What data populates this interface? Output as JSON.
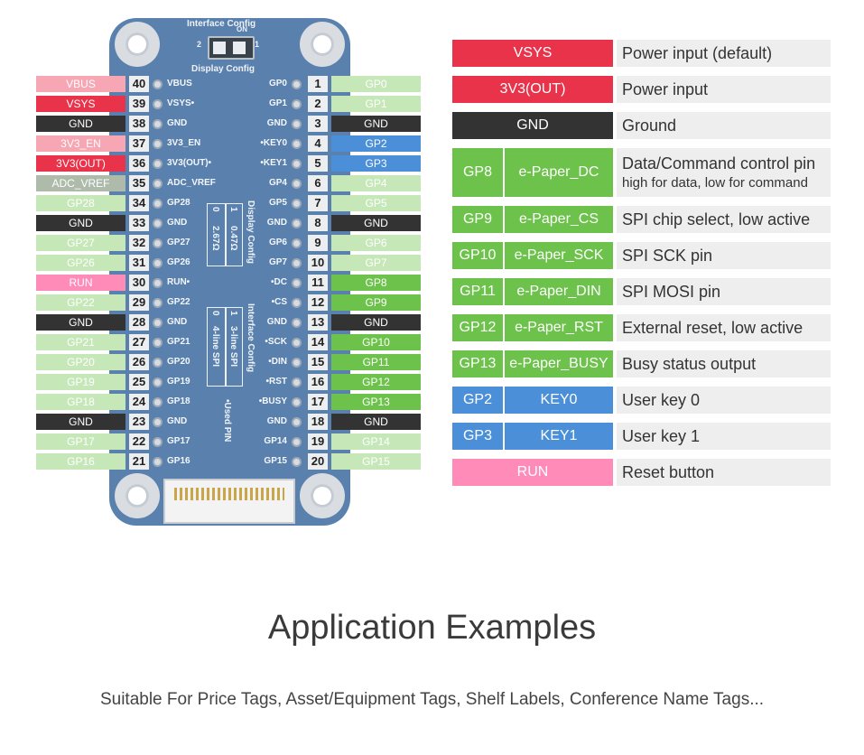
{
  "colors": {
    "red": "#e8334a",
    "red_faded": "#f7a7b3",
    "dark": "#333333",
    "green": "#6cc24a",
    "green_faded": "#c6e8b8",
    "blue": "#4a8fd8",
    "pink": "#ff8bb9",
    "gray_faded": "#aebbab",
    "board": "#5a81ad"
  },
  "board": {
    "interface_config_top": "Interface Config",
    "display_config_top": "Display Config",
    "switch_on": "ON",
    "switch_1": "1",
    "switch_2": "2",
    "display_config_side": "Display Config",
    "display_config_opt0": "0",
    "display_config_val0": "2.67Ω",
    "display_config_opt1": "1",
    "display_config_val1": "0.47Ω",
    "interface_config_side": "Interface Config",
    "interface_config_opt0": "0",
    "interface_config_val0": "4-line SPI",
    "interface_config_opt1": "1",
    "interface_config_val1": "3-line SPI",
    "used_pin": "•Used PIN"
  },
  "pins": [
    {
      "left_label": "VBUS",
      "left_color": "red_faded",
      "left_num": "40",
      "left_silk": "VBUS",
      "right_silk": "GP0",
      "right_num": "1",
      "right_label": "GP0",
      "right_color": "green_faded"
    },
    {
      "left_label": "VSYS",
      "left_color": "red",
      "left_num": "39",
      "left_silk": "VSYS•",
      "right_silk": "GP1",
      "right_num": "2",
      "right_label": "GP1",
      "right_color": "green_faded"
    },
    {
      "left_label": "GND",
      "left_color": "dark",
      "left_num": "38",
      "left_silk": "GND",
      "right_silk": "GND",
      "right_num": "3",
      "right_label": "GND",
      "right_color": "dark"
    },
    {
      "left_label": "3V3_EN",
      "left_color": "red_faded",
      "left_num": "37",
      "left_silk": "3V3_EN",
      "right_silk": "•KEY0",
      "right_num": "4",
      "right_label": "GP2",
      "right_color": "blue"
    },
    {
      "left_label": "3V3(OUT)",
      "left_color": "red",
      "left_num": "36",
      "left_silk": "3V3(OUT)•",
      "right_silk": "•KEY1",
      "right_num": "5",
      "right_label": "GP3",
      "right_color": "blue"
    },
    {
      "left_label": "ADC_VREF",
      "left_color": "gray_faded",
      "left_num": "35",
      "left_silk": "ADC_VREF",
      "right_silk": "GP4",
      "right_num": "6",
      "right_label": "GP4",
      "right_color": "green_faded"
    },
    {
      "left_label": "GP28",
      "left_color": "green_faded",
      "left_num": "34",
      "left_silk": "GP28",
      "right_silk": "GP5",
      "right_num": "7",
      "right_label": "GP5",
      "right_color": "green_faded"
    },
    {
      "left_label": "GND",
      "left_color": "dark",
      "left_num": "33",
      "left_silk": "GND",
      "right_silk": "GND",
      "right_num": "8",
      "right_label": "GND",
      "right_color": "dark"
    },
    {
      "left_label": "GP27",
      "left_color": "green_faded",
      "left_num": "32",
      "left_silk": "GP27",
      "right_silk": "GP6",
      "right_num": "9",
      "right_label": "GP6",
      "right_color": "green_faded"
    },
    {
      "left_label": "GP26",
      "left_color": "green_faded",
      "left_num": "31",
      "left_silk": "GP26",
      "right_silk": "GP7",
      "right_num": "10",
      "right_label": "GP7",
      "right_color": "green_faded"
    },
    {
      "left_label": "RUN",
      "left_color": "pink",
      "left_num": "30",
      "left_silk": "RUN•",
      "right_silk": "•DC",
      "right_num": "11",
      "right_label": "GP8",
      "right_color": "green"
    },
    {
      "left_label": "GP22",
      "left_color": "green_faded",
      "left_num": "29",
      "left_silk": "GP22",
      "right_silk": "•CS",
      "right_num": "12",
      "right_label": "GP9",
      "right_color": "green"
    },
    {
      "left_label": "GND",
      "left_color": "dark",
      "left_num": "28",
      "left_silk": "GND",
      "right_silk": "GND",
      "right_num": "13",
      "right_label": "GND",
      "right_color": "dark"
    },
    {
      "left_label": "GP21",
      "left_color": "green_faded",
      "left_num": "27",
      "left_silk": "GP21",
      "right_silk": "•SCK",
      "right_num": "14",
      "right_label": "GP10",
      "right_color": "green"
    },
    {
      "left_label": "GP20",
      "left_color": "green_faded",
      "left_num": "26",
      "left_silk": "GP20",
      "right_silk": "•DIN",
      "right_num": "15",
      "right_label": "GP11",
      "right_color": "green"
    },
    {
      "left_label": "GP19",
      "left_color": "green_faded",
      "left_num": "25",
      "left_silk": "GP19",
      "right_silk": "•RST",
      "right_num": "16",
      "right_label": "GP12",
      "right_color": "green"
    },
    {
      "left_label": "GP18",
      "left_color": "green_faded",
      "left_num": "24",
      "left_silk": "GP18",
      "right_silk": "•BUSY",
      "right_num": "17",
      "right_label": "GP13",
      "right_color": "green"
    },
    {
      "left_label": "GND",
      "left_color": "dark",
      "left_num": "23",
      "left_silk": "GND",
      "right_silk": "GND",
      "right_num": "18",
      "right_label": "GND",
      "right_color": "dark"
    },
    {
      "left_label": "GP17",
      "left_color": "green_faded",
      "left_num": "22",
      "left_silk": "GP17",
      "right_silk": "GP14",
      "right_num": "19",
      "right_label": "GP14",
      "right_color": "green_faded"
    },
    {
      "left_label": "GP16",
      "left_color": "green_faded",
      "left_num": "21",
      "left_silk": "GP16",
      "right_silk": "GP15",
      "right_num": "20",
      "right_label": "GP15",
      "right_color": "green_faded"
    }
  ],
  "legend": [
    {
      "pin": "VSYS",
      "signal": "",
      "desc": "Power input (default)",
      "sub": "",
      "color": "red"
    },
    {
      "pin": "3V3(OUT)",
      "signal": "",
      "desc": "Power input",
      "sub": "",
      "color": "red"
    },
    {
      "pin": "GND",
      "signal": "",
      "desc": "Ground",
      "sub": "",
      "color": "dark"
    },
    {
      "pin": "GP8",
      "signal": "e-Paper_DC",
      "desc": "Data/Command control pin",
      "sub": "high for data, low for command",
      "color": "green"
    },
    {
      "pin": "GP9",
      "signal": "e-Paper_CS",
      "desc": "SPI chip select, low active",
      "sub": "",
      "color": "green"
    },
    {
      "pin": "GP10",
      "signal": "e-Paper_SCK",
      "desc": "SPI SCK pin",
      "sub": "",
      "color": "green"
    },
    {
      "pin": "GP11",
      "signal": "e-Paper_DIN",
      "desc": "SPI MOSI pin",
      "sub": "",
      "color": "green"
    },
    {
      "pin": "GP12",
      "signal": "e-Paper_RST",
      "desc": "External reset, low active",
      "sub": "",
      "color": "green"
    },
    {
      "pin": "GP13",
      "signal": "e-Paper_BUSY",
      "desc": "Busy status output",
      "sub": "",
      "color": "green"
    },
    {
      "pin": "GP2",
      "signal": "KEY0",
      "desc": "User key 0",
      "sub": "",
      "color": "blue"
    },
    {
      "pin": "GP3",
      "signal": "KEY1",
      "desc": "User key 1",
      "sub": "",
      "color": "blue"
    },
    {
      "pin": "RUN",
      "signal": "",
      "desc": "Reset button",
      "sub": "",
      "color": "pink"
    }
  ],
  "heading": "Application Examples",
  "tagline": "Suitable For Price Tags, Asset/Equipment Tags, Shelf Labels, Conference Name Tags..."
}
